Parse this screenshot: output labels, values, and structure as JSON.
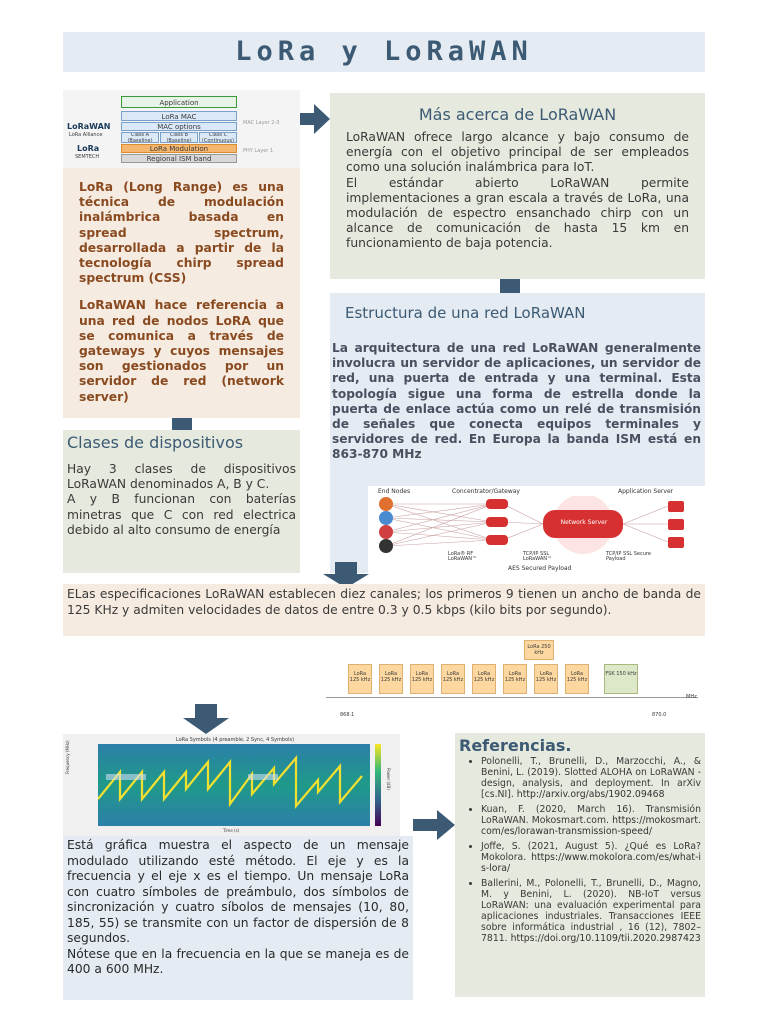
{
  "title": "LoRa y LoRaWAN",
  "stack_diagram": {
    "application": "Application",
    "lora_mac": "LoRa MAC",
    "mac_options": "MAC options",
    "class_a": "Class A (Baseline)",
    "class_b": "Class B (Baseline)",
    "class_c": "Class C (Continuous)",
    "lora_modulation": "LoRa Modulation",
    "regional_ism": "Regional ISM band",
    "lorawan_logo": "LoRaWAN",
    "lora_alliance": "LoRa Alliance",
    "lora_logo": "LoRa",
    "semtech": "SEMTECH",
    "side_mac": "MAC Layer 2-3",
    "side_phy": "PHY Layer 1"
  },
  "intro": {
    "p1": "LoRa (Long Range) es una técnica de modulación inalámbrica basada en spread spectrum, desarrollada a partir de la tecnología chirp spread spectrum (CSS)",
    "p2": "LoRaWAN hace referencia a una red de nodos LoRA que se comunica a través de gateways y cuyos mensajes son gestionados por un servidor de red (network server)"
  },
  "mas_acerca": {
    "heading": "Más acerca de LoRaWAN",
    "p1": "LoRaWAN ofrece largo alcance y bajo consumo de energía con el objetivo principal de ser empleados como una solución inalámbrica para IoT.",
    "p2": "El estándar abierto LoRaWAN permite implementaciones a gran escala a través de LoRa, una modulación de espectro ensanchado chirp con un alcance de comunicación de hasta 15 km en funcionamiento de baja potencia."
  },
  "estructura": {
    "heading": "Estructura de una red LoRaWAN",
    "text": "La arquitectura de una red LoRaWAN generalmente involucra un servidor de aplicaciones, un servidor de red, una puerta de entrada y una terminal. Esta topología sigue una forma de estrella donde la puerta de enlace actúa como un relé de transmisión de señales que conecta equipos terminales y servidores de red. En Europa la banda ISM está en 863-870 MHz"
  },
  "network_diagram": {
    "end_nodes": "End Nodes",
    "gateway": "Concentrator/Gateway",
    "app_server": "Application Server",
    "network_server": "Network Server",
    "tcp_ssl_1": "TCP/IP SSL LoRaWAN™",
    "tcp_ssl_2": "TCP/IP SSL Secure Payload",
    "lora_rf": "LoRa® RF LoRaWAN™",
    "aes": "AES Secured Payload"
  },
  "clases": {
    "heading": "Clases de dispositivos",
    "p1": "Hay 3 clases de dispositivos LoRaWAN denominados A, B y C.",
    "p2": "A y B funcionan con baterías minetras que C con red electrica debido al alto consumo de energía"
  },
  "canales": {
    "text": "ELas especificaciones LoRaWAN establecen diez canales; los primeros 9 tienen un ancho de banda de 125 KHz y admiten velocidades de datos de entre 0.3 y 0.5 kbps (kilo bits por segundo)."
  },
  "channel_chart": {
    "channels": [
      "LoRa 125 kHz",
      "LoRa 125 kHz",
      "LoRa 125 kHz",
      "LoRa 125 kHz",
      "LoRa 125 kHz",
      "LoRa 125 kHz",
      "LoRa 125 kHz",
      "LoRa 125 kHz"
    ],
    "top_channel": "LoRa 250 kHz",
    "fsk": "FSK 150 kHz",
    "mhz": "MHz",
    "left_label": "868.1",
    "right_label": "870.0"
  },
  "spectrogram": {
    "title": "LoRa Symbols (4 preamble, 2 Sync, 4 Symbols)",
    "ylabel": "Frequency (MHz)",
    "xlabel": "Time (s)",
    "cbar_label": "Power (dB)"
  },
  "grafica": {
    "p1": "Está gráfica muestra el aspecto de un mensaje modulado utilizando esté método. El eje y es la frecuencia y el eje x es el tiempo. Un mensaje LoRa con cuatro símboles de preámbulo, dos símbolos de sincronización y cuatro síbolos de mensajes (10, 80, 185, 55) se transmite con un factor de dispersión de 8 segundos.",
    "p2": "Nótese que en la frecuencia en la que se maneja  es de 400 a 600 MHz."
  },
  "referencias": {
    "heading": "Referencias.",
    "items": [
      {
        "text": "Polonelli, T., Brunelli, D., Marzocchi, A., & Benini, L. (2019). Slotted ALOHA on LoRaWAN - design, analysis, and deployment. In arXiv [cs.NI].",
        "link": "http://arxiv.org/abs/1902.09468"
      },
      {
        "text": "Kuan, F. (2020, March 16). Transmisión LoRaWAN. Mokosmart.com.",
        "link": "https://mokosmart.com/es/lorawan-transmission-speed/"
      },
      {
        "text": "Joffe, S. (2021, August 5). ¿Qué es LoRa? Mokolora.",
        "link": "https://www.mokolora.com/es/what-is-lora/"
      },
      {
        "text": "Ballerini, M., Polonelli, T., Brunelli, D., Magno, M. y Benini, L. (2020). NB-IoT versus LoRaWAN: una evaluación experimental para aplicaciones industriales. Transacciones IEEE sobre informática industrial , 16 (12), 7802–7811.",
        "link": "https://doi.org/10.1109/tii.2020.2987423"
      }
    ]
  },
  "colors": {
    "title_blue": "#3c5a74",
    "arrow": "#3c5a74",
    "brown_text": "#8a4a20",
    "panel_green": "#e6e9de",
    "panel_beige": "#f5ebe0",
    "panel_blue": "#e4ebf2"
  }
}
